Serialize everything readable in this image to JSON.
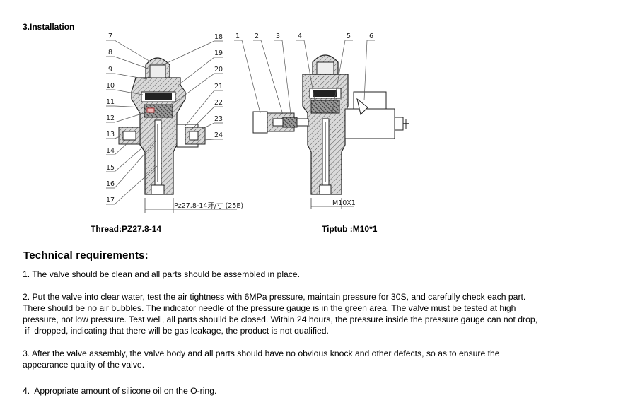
{
  "section_title": "3.Installation",
  "figure": {
    "left_callouts": [
      "7",
      "8",
      "9",
      "10",
      "11",
      "12",
      "13",
      "14",
      "15",
      "16",
      "17"
    ],
    "right_callouts": [
      "18",
      "19",
      "20",
      "21",
      "22",
      "23",
      "24"
    ],
    "second_callouts": [
      "1",
      "2",
      "3",
      "4",
      "5",
      "6"
    ],
    "dim_left": "Pz27.8-14牙/寸 (25E)",
    "dim_right": "M10X1"
  },
  "captions": {
    "thread": "Thread:PZ27.8-14",
    "tiptub": "Tiptub :M10*1"
  },
  "tech_heading": "Technical requirements:",
  "requirements": [
    {
      "lines": [
        "1. The valve should be clean and all parts should be assembled in place."
      ]
    },
    {
      "lines": [
        "2. Put the valve into clear water, test the air tightness with 6MPa pressure, maintain pressure for 30S, and carefully check each part.",
        "There should be no air bubbles. The indicator needle of the pressure gauge is in the green area. The valve must be tested at high",
        "pressure, not low pressure. Test well, all parts shoulld be closed. Within 24 hours, the pressure inside the pressure gauge can not drop,",
        " if  dropped, indicating that there will be gas leakage, the product is not qualified."
      ]
    },
    {
      "lines": [
        "3. After the valve assembly, the valve body and all parts should have no obvious knock and other defects, so as to ensure the",
        "appearance quality of the valve."
      ]
    },
    {
      "lines": [
        "4.  Appropriate amount of silicone oil on the O-ring."
      ]
    }
  ]
}
